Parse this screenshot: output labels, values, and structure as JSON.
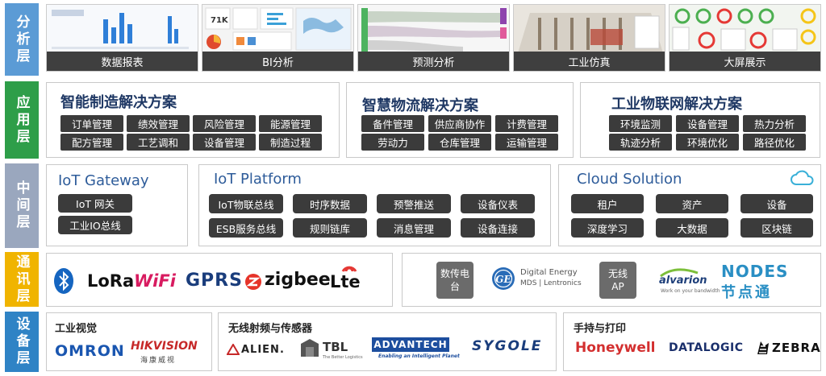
{
  "layers": {
    "analysis": "分析层",
    "application": "应用层",
    "middle": "中间层",
    "communication": "通讯层",
    "device": "设备层"
  },
  "layer_colors": {
    "analysis": "#5b9bd5",
    "application": "#2e9e49",
    "middle": "#9aa7be",
    "communication": "#f0b400",
    "device": "#2f83c5"
  },
  "analysis": {
    "thumbs": [
      "数据报表",
      "BI分析",
      "预测分析",
      "工业仿真",
      "大屏展示"
    ],
    "bi_kpi": "71K"
  },
  "application": {
    "manufacturing": {
      "title": "智能制造解决方案",
      "items": [
        "订单管理",
        "绩效管理",
        "风险管理",
        "能源管理",
        "配方管理",
        "工艺调和",
        "设备管理",
        "制造过程"
      ]
    },
    "logistics": {
      "title": "智慧物流解决方案",
      "items": [
        "备件管理",
        "供应商协作",
        "计费管理",
        "劳动力",
        "仓库管理",
        "运输管理"
      ]
    },
    "iiot": {
      "title": "工业物联网解决方案",
      "items": [
        "环境监测",
        "设备管理",
        "热力分析",
        "轨迹分析",
        "环境优化",
        "路径优化"
      ]
    }
  },
  "middle": {
    "gateway": {
      "title": "IoT Gateway",
      "items": [
        "IoT 网关",
        "工业IO总线"
      ]
    },
    "platform": {
      "title": "IoT Platform",
      "items": [
        "IoT物联总线",
        "时序数据",
        "预警推送",
        "设备仪表",
        "ESB服务总线",
        "规则链库",
        "消息管理",
        "设备连接"
      ]
    },
    "cloud": {
      "title": "Cloud Solution",
      "items": [
        "租户",
        "资产",
        "设备",
        "深度学习",
        "大数据",
        "区块链"
      ]
    }
  },
  "communication": {
    "protocols": {
      "bluetooth": "",
      "lora": "LoRa",
      "wifi": "WiFi",
      "gprs": "GPRS",
      "zigbee": "zigbee",
      "lte": "Lte"
    },
    "data_station": "数传电台",
    "ge_line1": "Digital Energy",
    "ge_line2": "MDS | Lentronics",
    "ge_mark": "GE",
    "wireless_ap": "无线AP",
    "alvarion": "alvarion",
    "alvarion_tag": "Work on your bandwidth",
    "nodes": "NODES",
    "nodes_cn": "节点通"
  },
  "device": {
    "vision": {
      "title": "工业视觉",
      "omron": "OMRON",
      "hikvision": "HIKVISION",
      "hikvision_cn": "海康威视"
    },
    "rfid": {
      "title": "无线射频与传感器",
      "alien": "ALIEN.",
      "tbl": "TBL",
      "tbl_tag": "The Better Logistics",
      "advantech": "ADVANTECH",
      "advantech_tag": "Enabling an Intelligent Planet",
      "sygole": "SYGOLE"
    },
    "handheld": {
      "title": "手持与打印",
      "honeywell": "Honeywell",
      "datalogic": "DATALOGIC",
      "zebra": "ZEBRA"
    }
  }
}
